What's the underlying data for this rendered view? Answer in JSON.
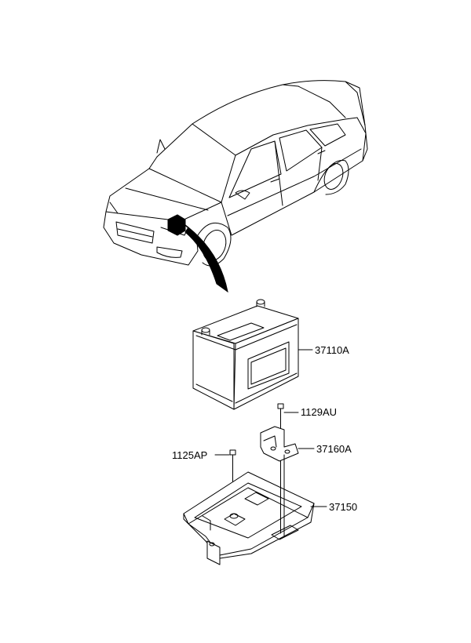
{
  "callouts": [
    {
      "id": "battery",
      "label": "37110A"
    },
    {
      "id": "bolt-upper",
      "label": "1129AU"
    },
    {
      "id": "bracket",
      "label": "37160A"
    },
    {
      "id": "bolt-left",
      "label": "1125AP"
    },
    {
      "id": "tray",
      "label": "37150"
    }
  ],
  "colors": {
    "line": "#000000",
    "background": "#ffffff"
  }
}
